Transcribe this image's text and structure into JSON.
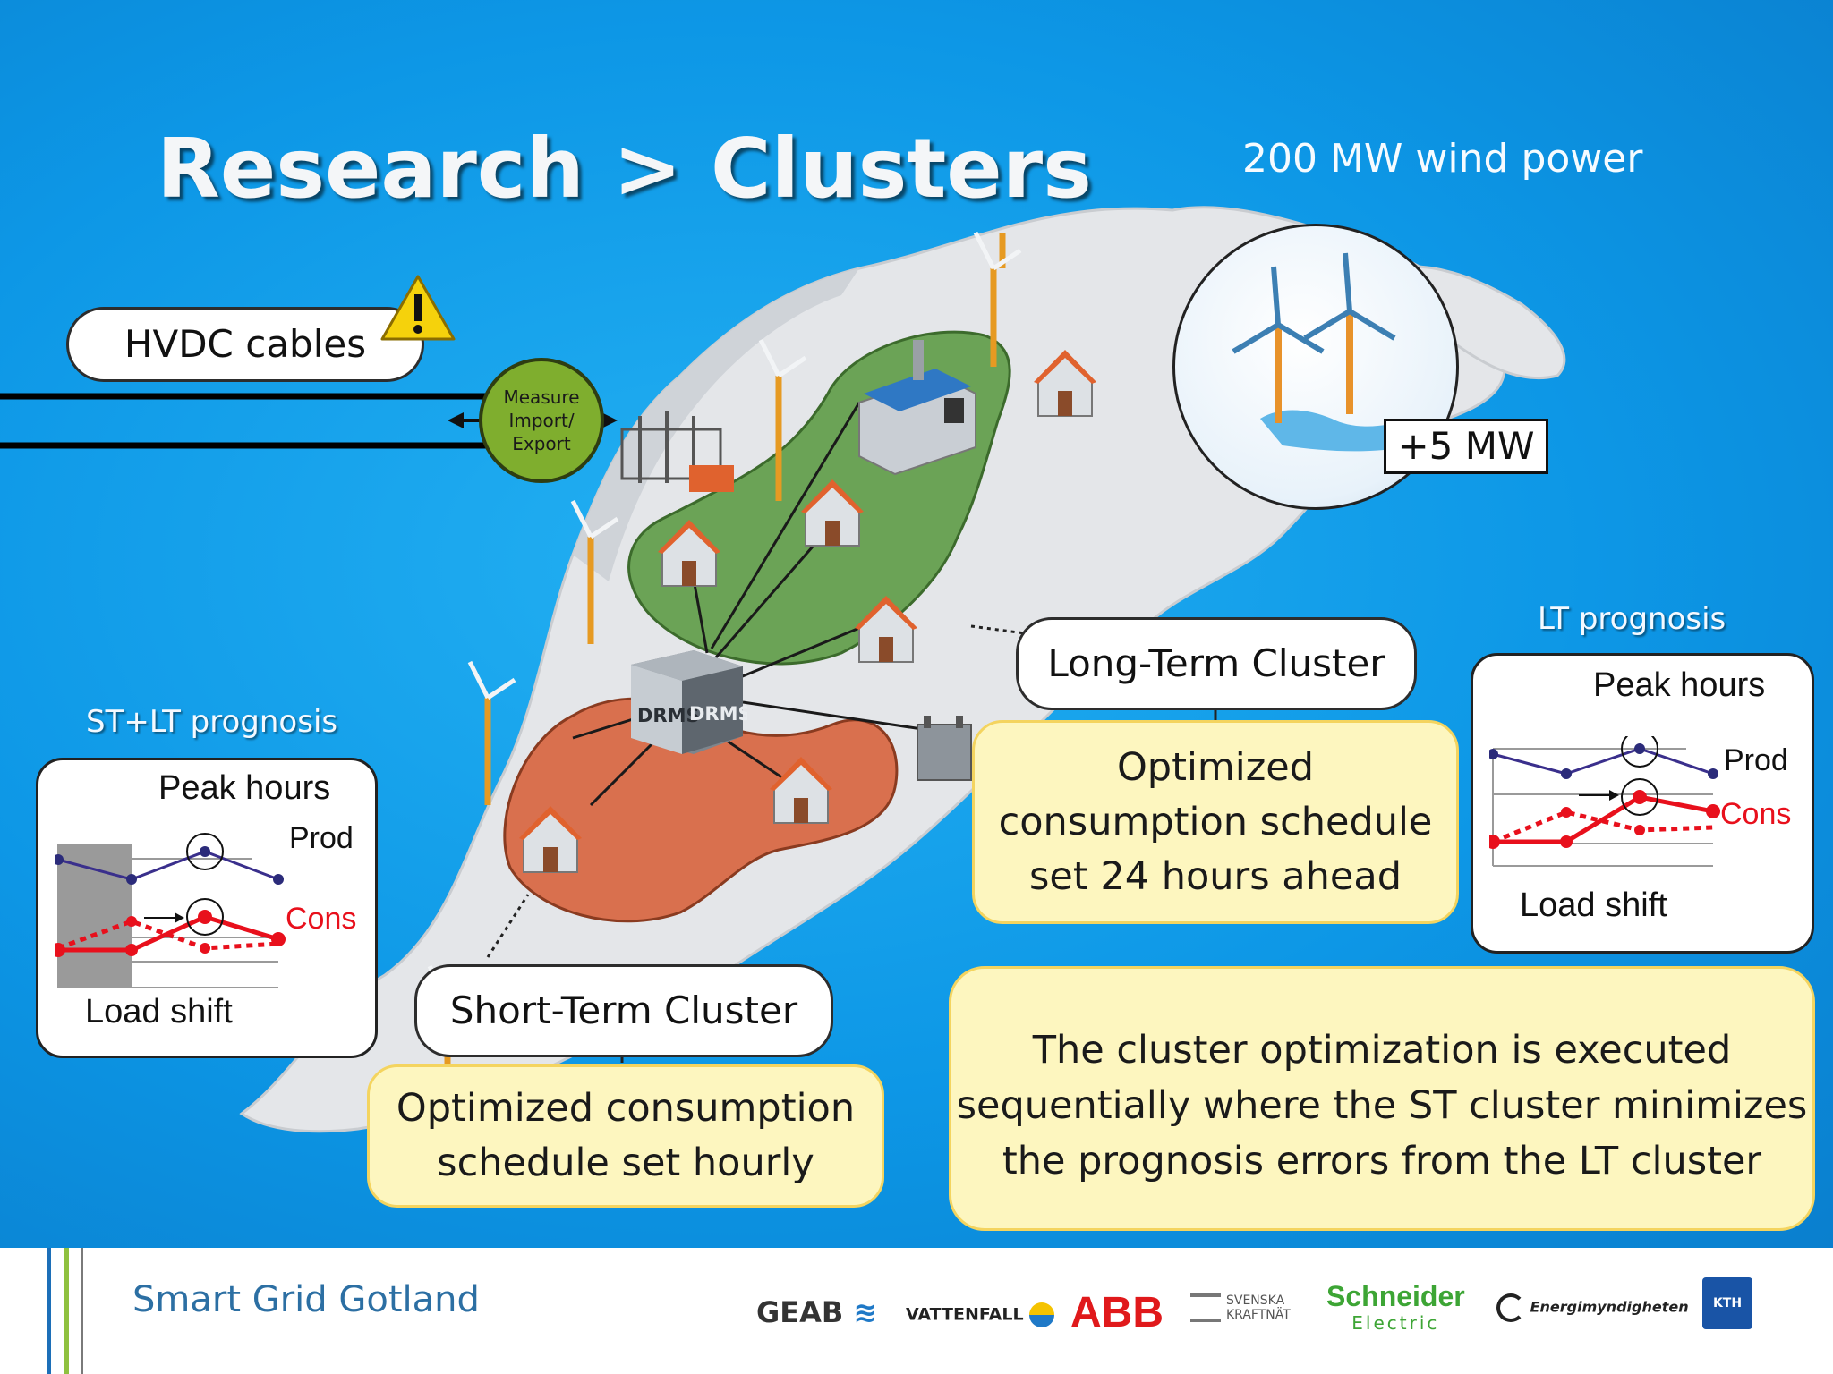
{
  "slide": {
    "title": "Research > Clusters",
    "wind_caption": "200 MW wind power",
    "hvdc_label": "HVDC cables",
    "measure_label": [
      "Measure",
      "Import/",
      "Export"
    ],
    "drms_label": "DRMS",
    "wind_box": "+5 MW",
    "long_term_cluster": "Long-Term Cluster",
    "long_term_text": [
      "Optimized",
      "consumption schedule",
      "set 24 hours ahead"
    ],
    "short_term_cluster": "Short-Term Cluster",
    "short_term_text": [
      "Optimized consumption",
      "schedule set hourly"
    ],
    "summary_text": [
      "The cluster optimization is executed",
      "sequentially where the ST cluster minimizes",
      "the prognosis errors from the LT cluster"
    ],
    "lt_prognosis": {
      "heading": "LT prognosis",
      "peak": "Peak hours",
      "prod": "Prod",
      "cons": "Cons",
      "shift": "Load shift"
    },
    "st_prognosis": {
      "heading": "ST+LT prognosis",
      "peak": "Peak hours",
      "prod": "Prod",
      "cons": "Cons",
      "shift": "Load shift"
    }
  },
  "footer": {
    "project": "Smart Grid Gotland",
    "logos": [
      "GEAB",
      "VATTENFALL",
      "ABB",
      "SVENSKA KRAFTNÄT",
      "Schneider",
      "Electric",
      "Energimyndigheten",
      "KTH"
    ]
  },
  "colors": {
    "sea": "#0d97e6",
    "lt_cluster": "#6ba356",
    "st_cluster": "#d9704e",
    "prod_line": "#3a2f8c",
    "cons_line": "#e8101c",
    "yellow_box": "#fdf6bf"
  }
}
